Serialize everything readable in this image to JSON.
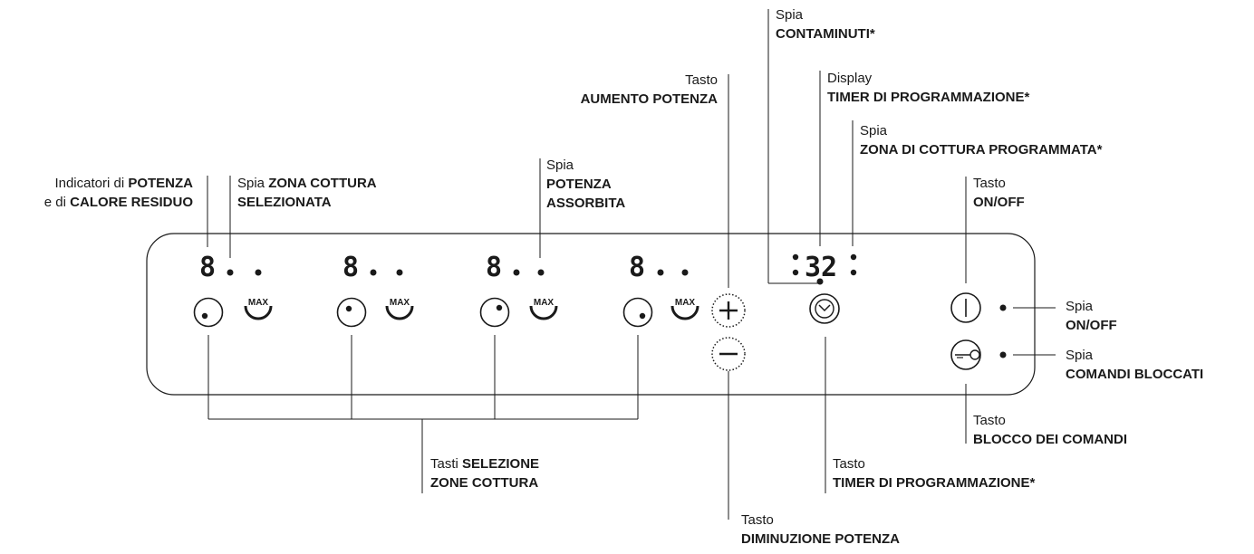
{
  "panel": {
    "zone_digits": [
      "8",
      "8",
      "8",
      "8"
    ],
    "max_label": "MAX",
    "timer_digits": "32"
  },
  "labels": {
    "power_indicators": {
      "l1_plain": "Indicatori di ",
      "l1_bold": "POTENZA",
      "l2_plain": "e di ",
      "l2_bold": "CALORE RESIDUO"
    },
    "zone_selected": {
      "l1_plain": "Spia ",
      "l1_bold": "ZONA COTTURA",
      "l2_bold": "SELEZIONATA"
    },
    "power_absorbed": {
      "l1_plain": "Spia",
      "l2_bold": "POTENZA",
      "l3_bold": "ASSORBITA"
    },
    "power_increase": {
      "l1_plain": "Tasto",
      "l2_bold": "AUMENTO POTENZA"
    },
    "minute_counter": {
      "l1_plain": "Spia",
      "l2_bold": "CONTAMINUTI*"
    },
    "timer_display": {
      "l1_plain": "Display",
      "l2_bold": "TIMER DI PROGRAMMAZIONE*"
    },
    "programmed_zone": {
      "l1_plain": "Spia",
      "l2_bold": "ZONA DI COTTURA PROGRAMMATA*"
    },
    "onoff_key": {
      "l1_plain": "Tasto",
      "l2_bold": "ON/OFF"
    },
    "onoff_light": {
      "l1_plain": "Spia",
      "l2_bold": "ON/OFF"
    },
    "lock_light": {
      "l1_plain": "Spia",
      "l2_bold": "COMANDI BLOCCATI"
    },
    "lock_key": {
      "l1_plain": "Tasto",
      "l2_bold": "BLOCCO DEI COMANDI"
    },
    "zone_keys": {
      "l1_plain": "Tasti ",
      "l1_bold": "SELEZIONE",
      "l2_bold": "ZONE COTTURA"
    },
    "timer_key": {
      "l1_plain": "Tasto",
      "l2_bold": "TIMER DI PROGRAMMAZIONE*"
    },
    "power_decrease": {
      "l1_plain": "Tasto",
      "l2_bold": "DIMINUZIONE POTENZA"
    }
  }
}
